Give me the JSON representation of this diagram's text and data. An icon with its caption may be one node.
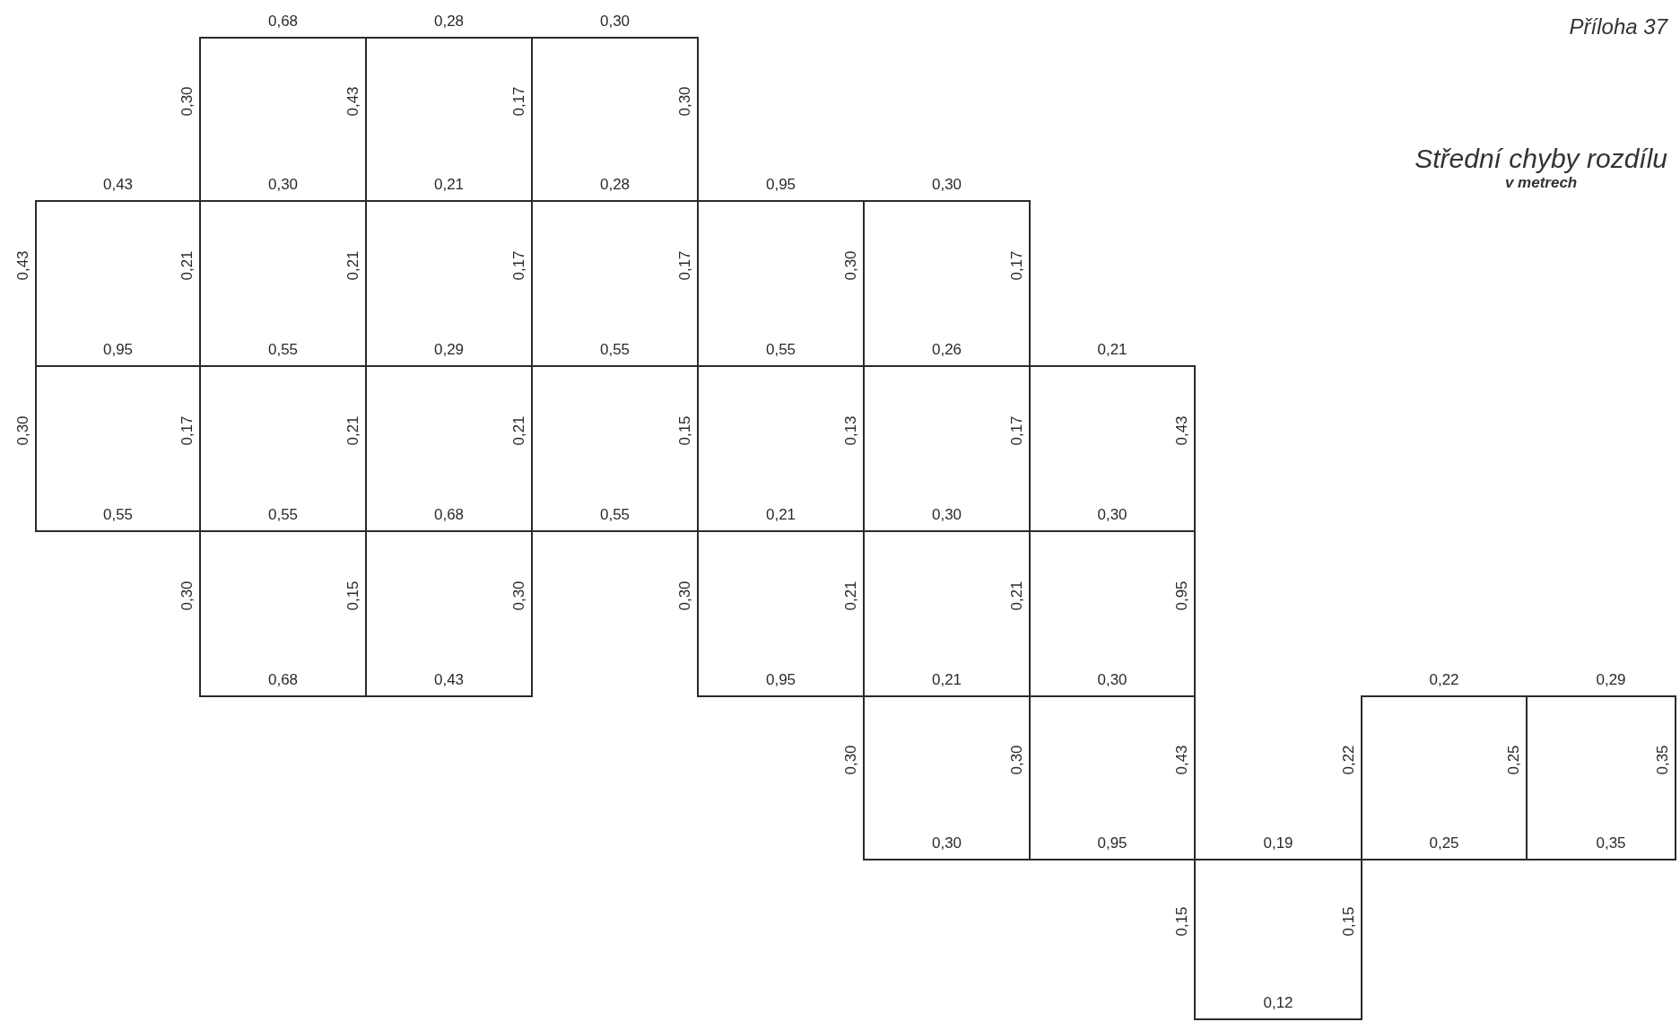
{
  "diagram": {
    "title": "Střední chyby rozdílu",
    "labels": [
      "Příloha 37",
      "v metrech",
      "0,68",
      "0,28",
      "0,30",
      "0,30",
      "0,43",
      "0,17",
      "0,30",
      "0,43",
      "0,30",
      "0,21",
      "0,28",
      "0,95",
      "0,30",
      "0,43",
      "0,21",
      "0,21",
      "0,17",
      "0,17",
      "0,30",
      "0,17",
      "0,95",
      "0,55",
      "0,29",
      "0,55",
      "0,55",
      "0,26",
      "0,21",
      "0,30",
      "0,17",
      "0,21",
      "0,21",
      "0,15",
      "0,13",
      "0,17",
      "0,43",
      "0,55",
      "0,55",
      "0,68",
      "0,55",
      "0,21",
      "0,30",
      "0,30",
      "0,30",
      "0,15",
      "0,30",
      "0,30",
      "0,21",
      "0,21",
      "0,95",
      "0,68",
      "0,43",
      "0,95",
      "0,21",
      "0,30",
      "0,22",
      "0,29",
      "0,30",
      "0,30",
      "0,43",
      "0,22",
      "0,25",
      "0,35",
      "0,30",
      "0,95",
      "0,19",
      "0,25",
      "0,35",
      "0,15",
      "0,15",
      "0,12"
    ]
  }
}
